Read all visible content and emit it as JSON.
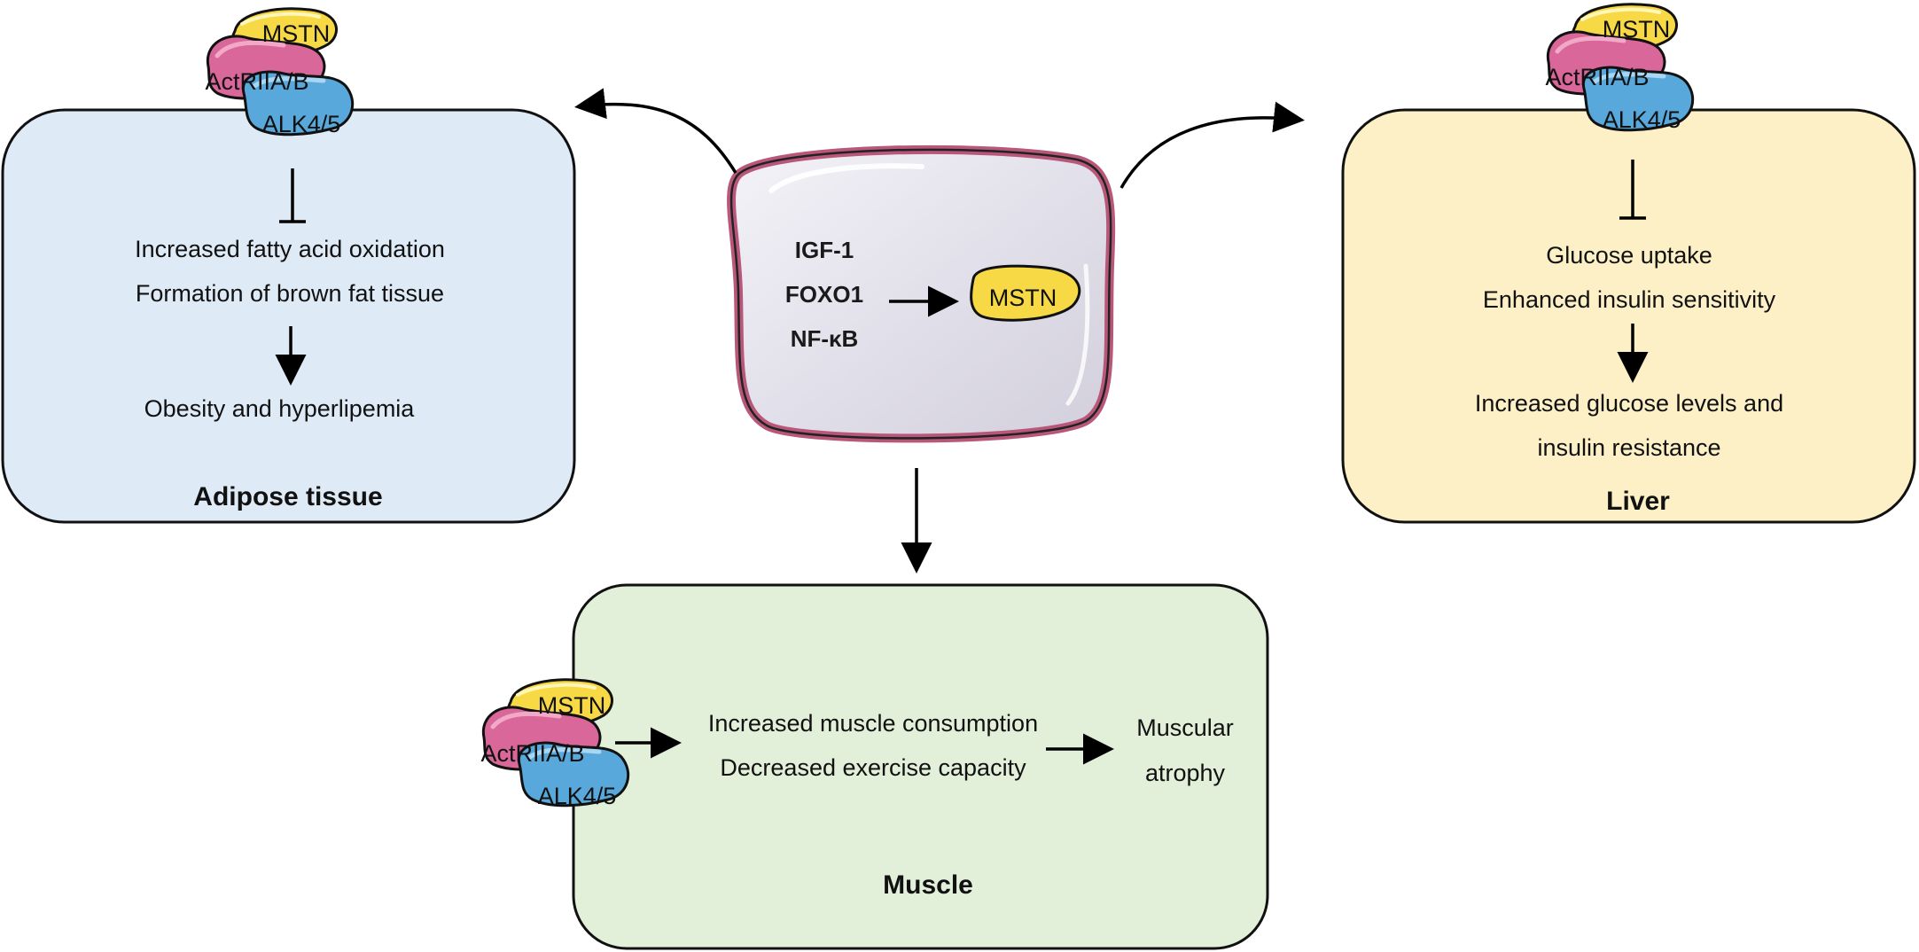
{
  "receptor": {
    "ligand": "MSTN",
    "type2": "ActRIIA/B",
    "type1": "ALK4/5"
  },
  "source_cell": {
    "factors": [
      "IGF-1",
      "FOXO1",
      "NF-κB"
    ],
    "product": "MSTN"
  },
  "adipose": {
    "title": "Adipose tissue",
    "effects": [
      "Increased fatty acid oxidation",
      "Formation of brown fat tissue"
    ],
    "outcome": "Obesity and hyperlipemia"
  },
  "liver": {
    "title": "Liver",
    "effects": [
      "Glucose uptake",
      "Enhanced insulin sensitivity"
    ],
    "outcome": [
      "Increased glucose levels and",
      "insulin resistance"
    ]
  },
  "muscle": {
    "title": "Muscle",
    "effects": [
      "Increased muscle consumption",
      "Decreased exercise capacity"
    ],
    "outcome": [
      "Muscular",
      "atrophy"
    ]
  },
  "colors": {
    "adipose_fill": "#deeaf6",
    "liver_fill": "#fdf0c7",
    "muscle_fill": "#e2efd9",
    "cell_fill": "#e2e0ea",
    "cell_border": "#b8577a",
    "mstn": "#f7d845",
    "actrii": "#d9679a",
    "alk": "#58a8dc"
  }
}
